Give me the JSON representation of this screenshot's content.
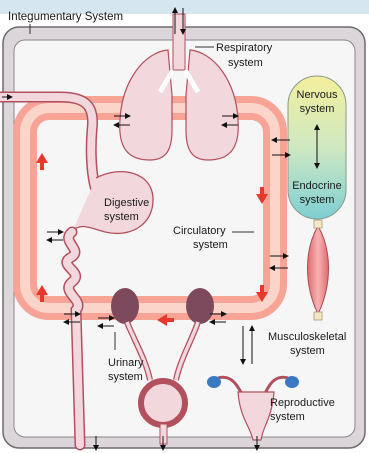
{
  "diagram": {
    "labels": {
      "integumentary": "Integumentary System",
      "respiratory": [
        "Respiratory",
        "system"
      ],
      "nervous": [
        "Nervous",
        "system"
      ],
      "endocrine": [
        "Endocrine",
        "system"
      ],
      "digestive": [
        "Digestive",
        "system"
      ],
      "circulatory": [
        "Circulatory",
        "system"
      ],
      "musculoskeletal": [
        "Musculoskeletal",
        "system"
      ],
      "urinary": [
        "Urinary",
        "system"
      ],
      "reproductive": [
        "Reproductive",
        "system"
      ]
    },
    "colors": {
      "integument_fill": "#dad4d8",
      "integument_stroke": "#6f6a70",
      "interior": "#f6f6f6",
      "circulatory_fill": "#f7a79a",
      "circulatory_core": "#fde3dc",
      "organ_fill": "#f2d8dd",
      "organ_stroke": "#b2505e",
      "arrow_red": "#e8372b",
      "kidney": "#7d4a5d",
      "muscle": "#ef8b8e",
      "ovary": "#3b78c4"
    }
  }
}
